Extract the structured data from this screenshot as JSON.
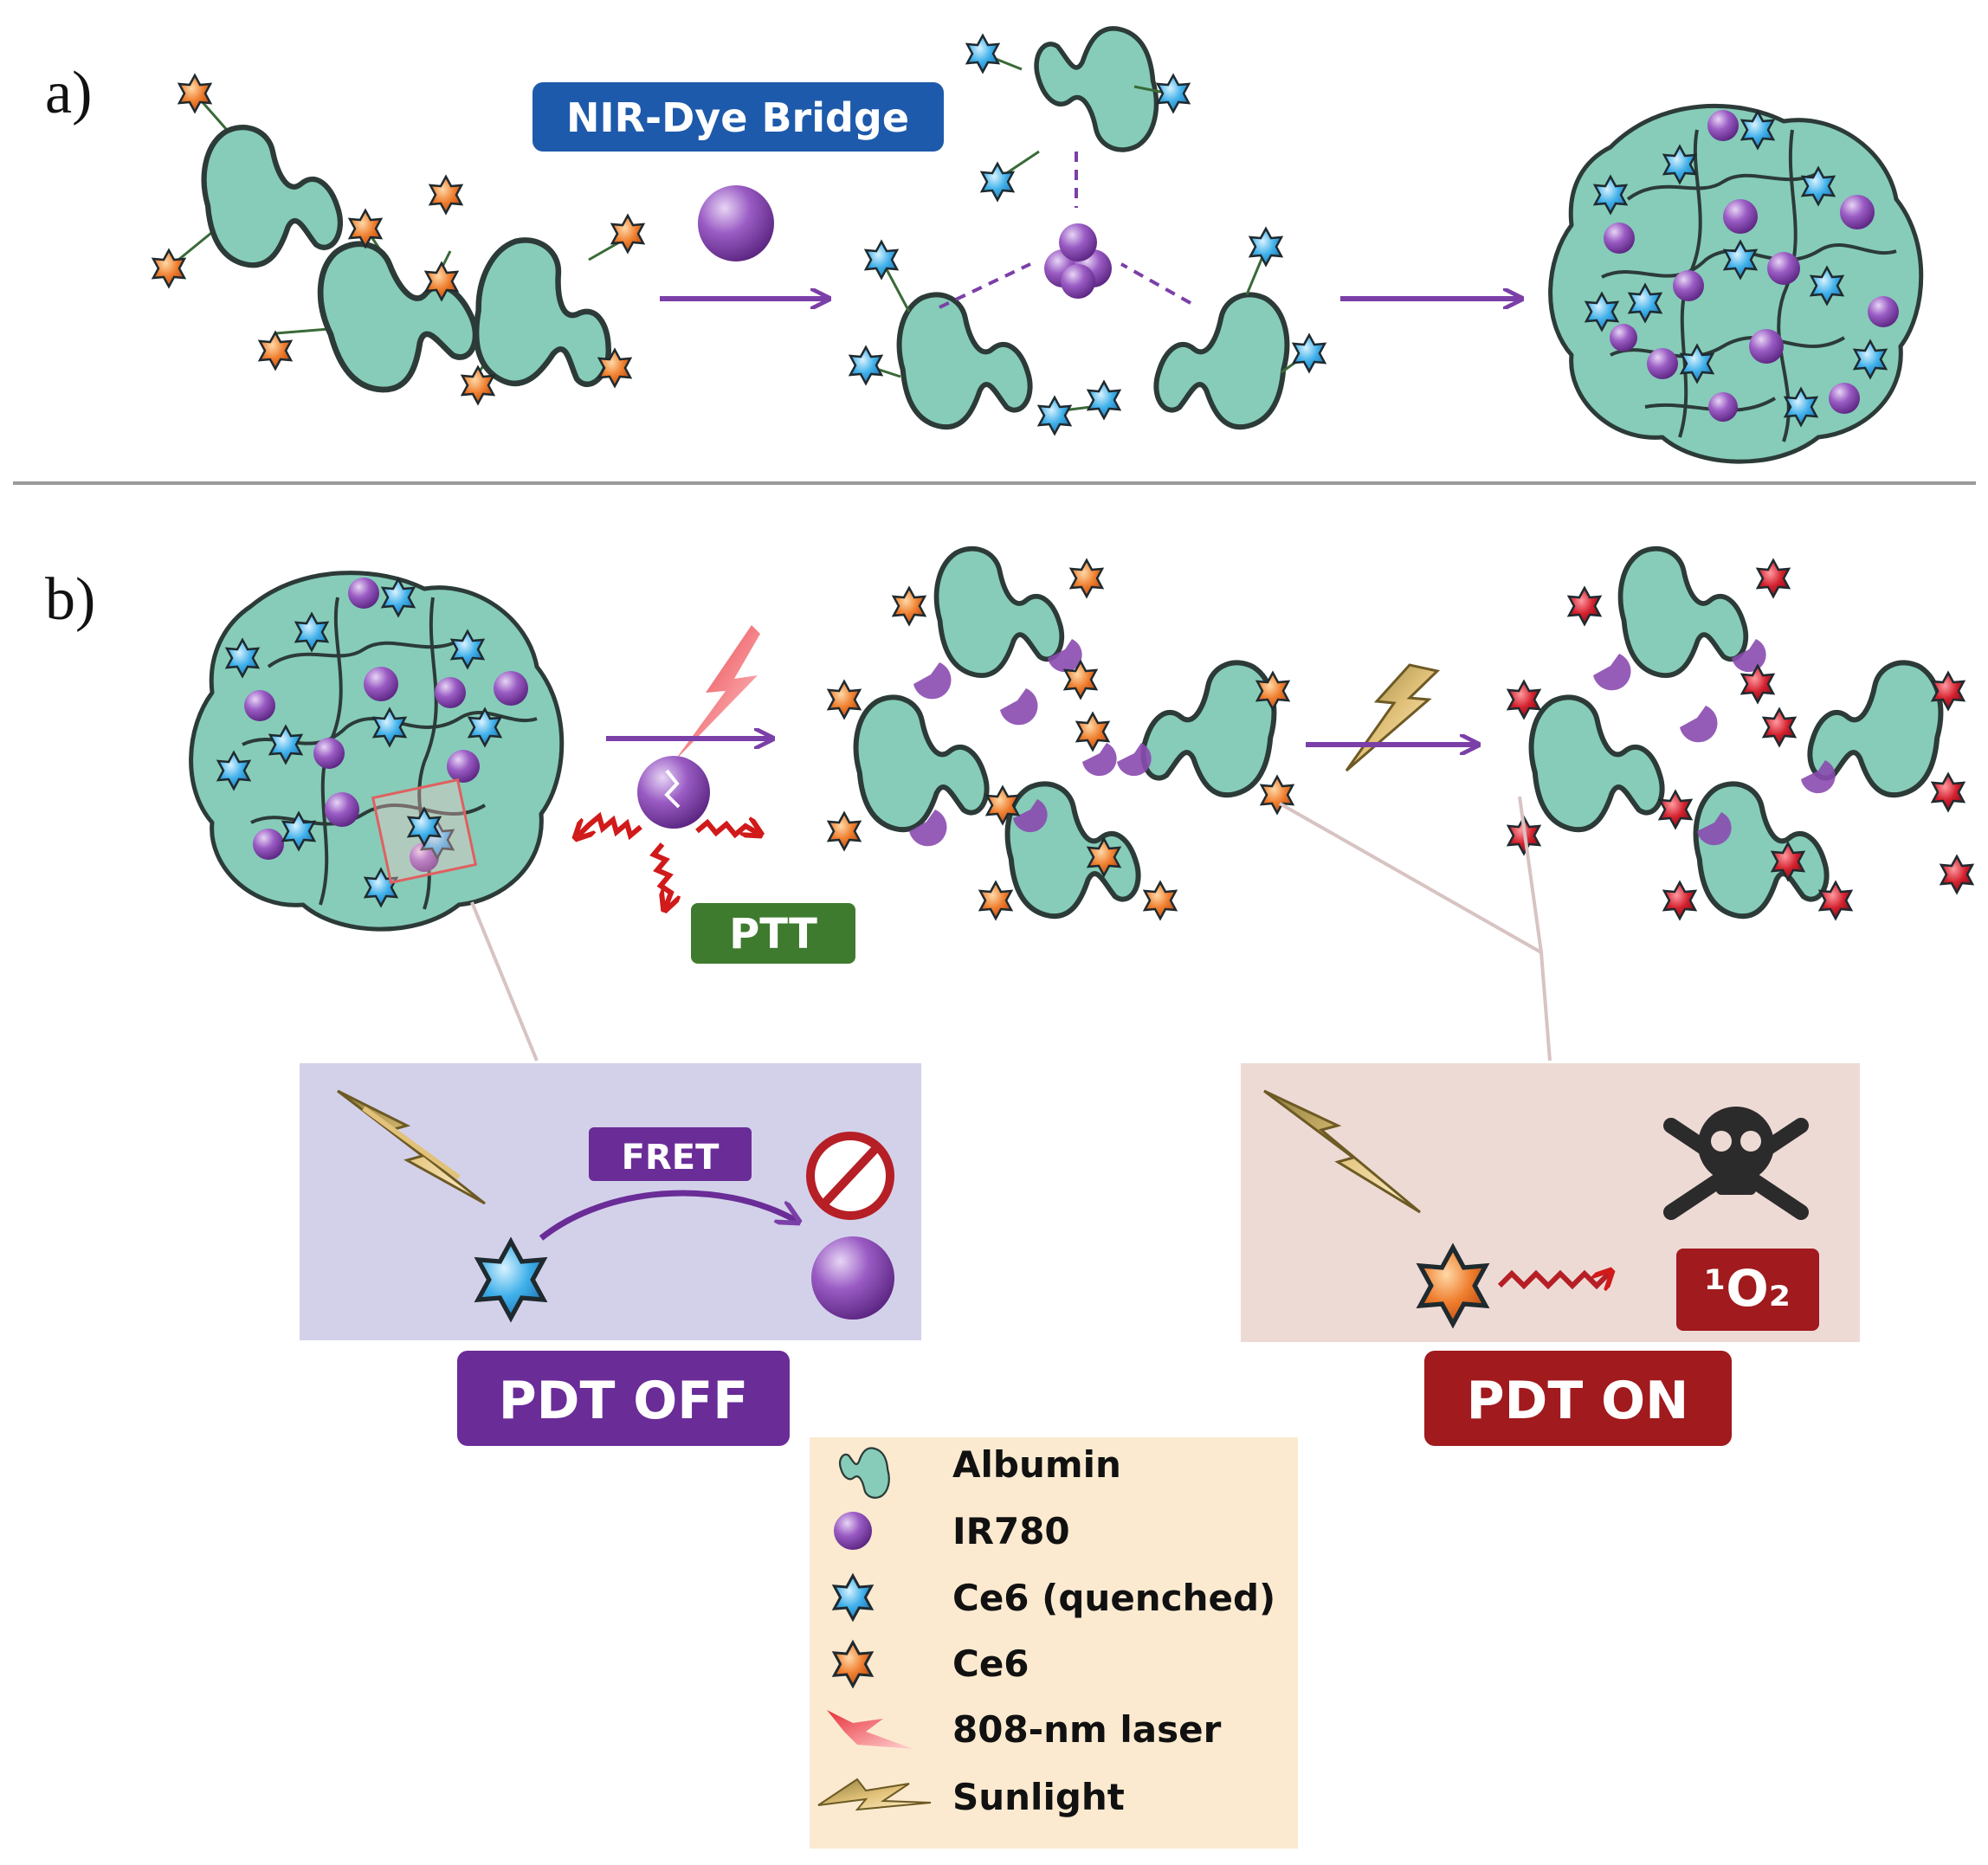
{
  "panel_a": {
    "label": "a)",
    "bridge_label": "NIR-Dye Bridge"
  },
  "panel_b": {
    "label": "b)",
    "ptt_label": "PTT",
    "fret_label": "FRET",
    "pdt_off_label": "PDT OFF",
    "pdt_on_label": "PDT ON",
    "singlet_oxygen_label": "¹O₂"
  },
  "legend": {
    "items": [
      {
        "icon": "albumin-icon",
        "label": "Albumin"
      },
      {
        "icon": "ir780-icon",
        "label": "IR780"
      },
      {
        "icon": "ce6-quenched-icon",
        "label": "Ce6 (quenched)"
      },
      {
        "icon": "ce6-icon",
        "label": "Ce6"
      },
      {
        "icon": "laser-808-icon",
        "label": "808-nm laser"
      },
      {
        "icon": "sunlight-icon",
        "label": "Sunlight"
      }
    ]
  },
  "colors": {
    "albumin": "#86ccb9",
    "ir780": "#8a4bb0",
    "ce6_quenched": "#38a9e4",
    "ce6": "#e8742c",
    "ce6_active": "#c8202c",
    "arrow": "#7b3fa8",
    "bridge_box": "#1e5aab",
    "ptt_box": "#3e7b2e",
    "pdt_off_box": "#6a2c97",
    "pdt_on_box": "#a01a1e",
    "legend_bg": "#fbead0",
    "pdt_off_panel": "#d3d1ea",
    "pdt_on_panel": "#eedad5"
  }
}
